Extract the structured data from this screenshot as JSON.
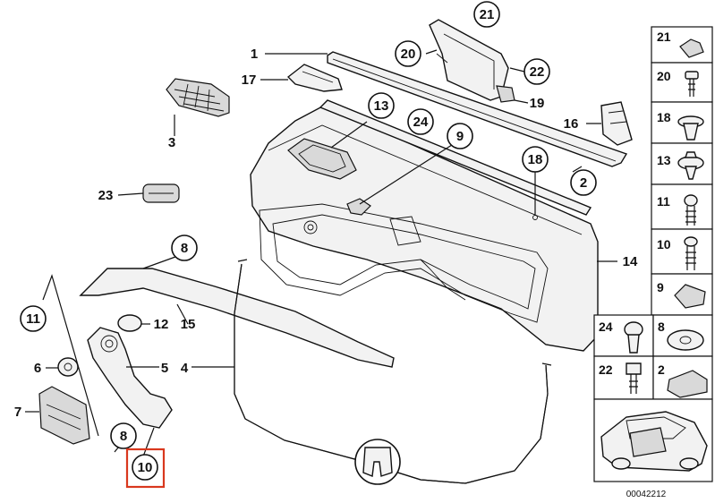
{
  "diagram_ref": "00042212",
  "highlight_color": "#d9381e",
  "callouts": {
    "c21": "21",
    "c20": "20",
    "c22": "22",
    "c1": "1",
    "c17": "17",
    "c19": "19",
    "c13": "13",
    "c24": "24",
    "c16": "16",
    "c3": "3",
    "c9": "9",
    "c18": "18",
    "c2": "2",
    "c23": "23",
    "c8a": "8",
    "c14": "14",
    "c11": "11",
    "c12": "12",
    "c15": "15",
    "c6": "6",
    "c5": "5",
    "c4": "4",
    "c7": "7",
    "c8b": "8",
    "c10": "10"
  },
  "fastener_grid": [
    {
      "id": "21"
    },
    {
      "id": "20"
    },
    {
      "id": "18"
    },
    {
      "id": "13"
    },
    {
      "id": "11"
    },
    {
      "id": "10"
    },
    {
      "id": "9"
    }
  ],
  "fastener_pairs": [
    {
      "left": "24",
      "right": "8"
    },
    {
      "left": "22",
      "right": "2"
    }
  ]
}
